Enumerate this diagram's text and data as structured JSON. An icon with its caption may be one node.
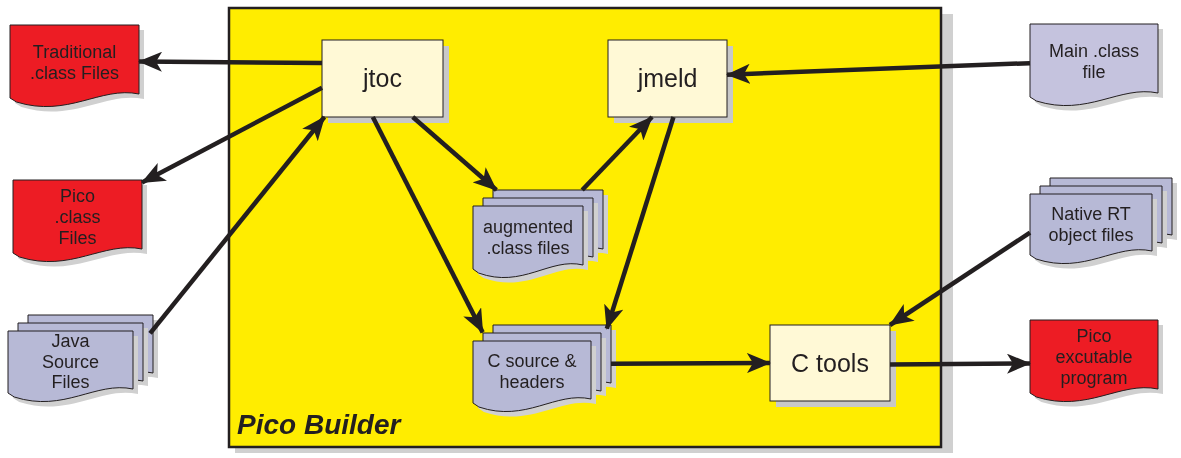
{
  "diagram": {
    "nodes": [
      {
        "text": [
          "Pico Builder"
        ]
      },
      {
        "text": [
          "Traditional .class Files"
        ]
      },
      {
        "text": [
          "jtoc"
        ],
        "in": 0
      },
      {
        "text": [
          "jmeld"
        ],
        "in": 0
      },
      {
        "text": [
          "Main .class file"
        ]
      },
      {
        "text": [
          "Pico .class Files"
        ]
      },
      {
        "text": [
          "augmented .class files"
        ],
        "in": 0
      },
      {
        "text": [
          "Native RT object files"
        ]
      },
      {
        "text": [
          "Java Source Files"
        ]
      },
      {
        "text": [
          "C source & headers"
        ],
        "in": 0
      },
      {
        "text": [
          "C tools"
        ],
        "in": 0
      },
      {
        "text": [
          "Pico excutable program"
        ]
      }
    ],
    "edges": [
      {
        "from": 2,
        "to": 1,
        "arrow": "to"
      },
      {
        "from": 2,
        "to": 5,
        "arrow": "to"
      },
      {
        "from": 8,
        "to": 2,
        "arrow": "to"
      },
      {
        "from": 2,
        "to": 6,
        "arrow": "to"
      },
      {
        "from": 2,
        "to": 9,
        "arrow": "to"
      },
      {
        "from": 6,
        "to": 3,
        "arrow": "to"
      },
      {
        "from": 3,
        "to": 9,
        "arrow": "to"
      },
      {
        "from": 4,
        "to": 3,
        "arrow": "to"
      },
      {
        "from": 7,
        "to": 10,
        "arrow": "to"
      },
      {
        "from": 9,
        "to": 10,
        "arrow": "to"
      },
      {
        "from": 10,
        "to": 11,
        "arrow": "to"
      }
    ]
  }
}
